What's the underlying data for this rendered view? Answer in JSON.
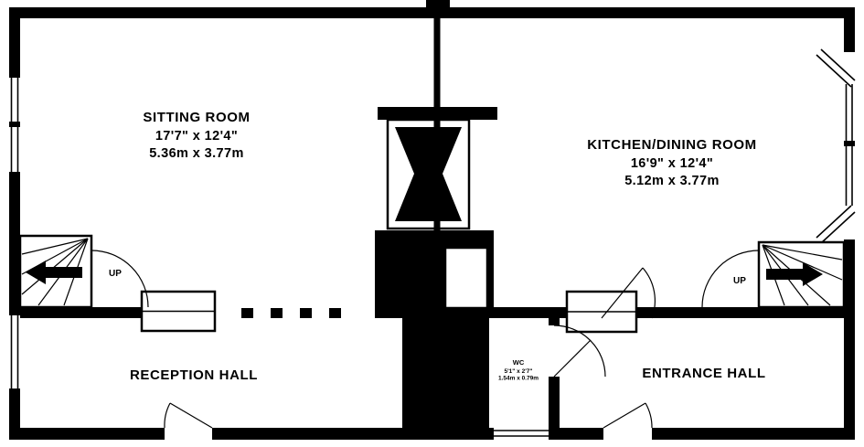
{
  "colors": {
    "wall": "#000000",
    "background": "#ffffff"
  },
  "rooms": {
    "sitting_room": {
      "name": "SITTING ROOM",
      "size_imperial": "17'7\" x 12'4\"",
      "size_metric": "5.36m x 3.77m"
    },
    "kitchen_dining_room": {
      "name": "KITCHEN/DINING ROOM",
      "size_imperial": "16'9\" x 12'4\"",
      "size_metric": "5.12m x 3.77m"
    },
    "reception_hall": {
      "name": "RECEPTION HALL"
    },
    "entrance_hall": {
      "name": "ENTRANCE HALL"
    },
    "wc": {
      "name": "WC",
      "size_imperial": "5'1\" x 2'7\"",
      "size_metric": "1.54m x 0.79m"
    }
  },
  "stairs": {
    "left_label": "UP",
    "right_label": "UP"
  }
}
